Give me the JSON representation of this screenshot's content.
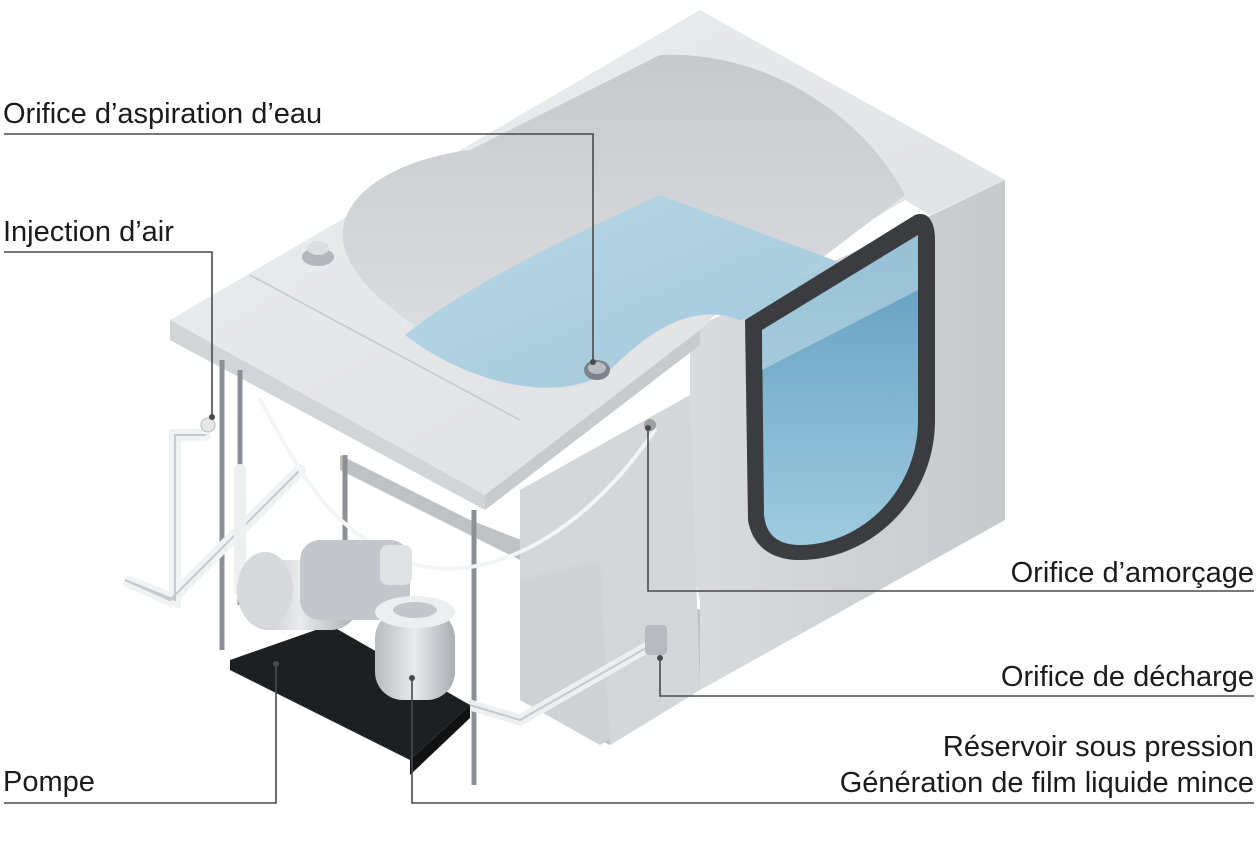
{
  "labels": {
    "water_intake": "Orifice d’aspiration d’eau",
    "air_injection": "Injection d’air",
    "pump": "Pompe",
    "priming_port": "Orifice d’amorçage",
    "discharge_port": "Orifice de décharge",
    "pressure_tank": "Réservoir sous pression",
    "thin_film": "Génération de film liquide mince"
  },
  "colors": {
    "tub_body": "#e3e4e6",
    "tub_shadow": "#c9cbce",
    "water": "#a9cfe0",
    "door_frame": "#3a3c3f",
    "door_glass": "#7fb4cf",
    "pump_base": "#1e1f21",
    "leader_line": "#4a4a4a"
  }
}
